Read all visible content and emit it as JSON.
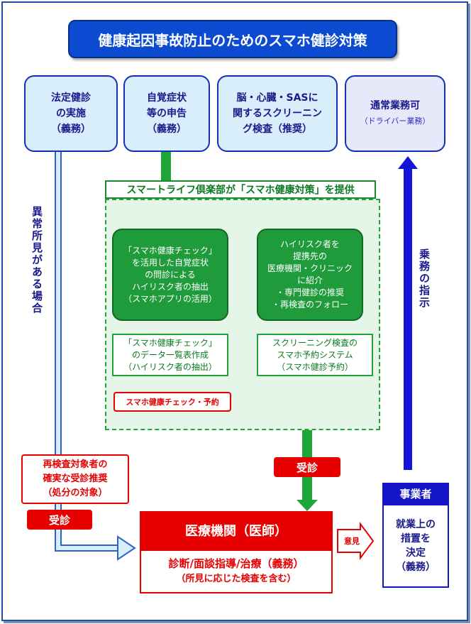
{
  "title": "健康起因事故防止のためのスマホ健診対策",
  "top_boxes": [
    {
      "lines": [
        "法定健診",
        "の実施",
        "（義務）"
      ]
    },
    {
      "lines": [
        "自覚症状",
        "等の申告",
        "（義務）"
      ]
    },
    {
      "lines": [
        "脳・心臓・SASに",
        "関するスクリーニン",
        "グ検査（推奨）"
      ]
    },
    {
      "lines": [
        "通常業務可"
      ],
      "sub": "（ドライバー業務）"
    }
  ],
  "left_vertical": "異常所見がある場合",
  "right_vertical": "乗務の指示",
  "green_band": "スマートライフ倶楽部が「スマホ健康対策」を提供",
  "green_left": [
    "「スマホ健康チェック」",
    "を活用した自覚症状",
    "の問診による",
    "ハイリスク者の抽出",
    "（スマホアプリの活用）"
  ],
  "green_right": [
    "ハイリスク者を",
    "提携先の",
    "医療機関・クリニック",
    "に紹介",
    "・専門健診の推奨",
    "・再検査のフォロー"
  ],
  "white_left": [
    "「スマホ健康チェック」",
    "のデータ一覧表作成",
    "（ハイリスク者の抽出）"
  ],
  "white_right": [
    "スクリーニング検査の",
    "スマホ予約システム",
    "（スマホ健診予約）"
  ],
  "red_small": "スマホ健康チェック・予約",
  "reexam": [
    "再検査対象者の",
    "確実な受診推奨",
    "（処分の対象）"
  ],
  "jushin_left": "受診",
  "jushin_right": "受診",
  "medical_title": "医療機関（医師）",
  "medical_body": [
    "診断/面談指導/治療（義務）",
    "（所見に応じた検査を含む）"
  ],
  "opinion": "意見",
  "employer_title": "事業者",
  "employer_body": [
    "就業上の",
    "措置を",
    "決定",
    "（義務）"
  ]
}
